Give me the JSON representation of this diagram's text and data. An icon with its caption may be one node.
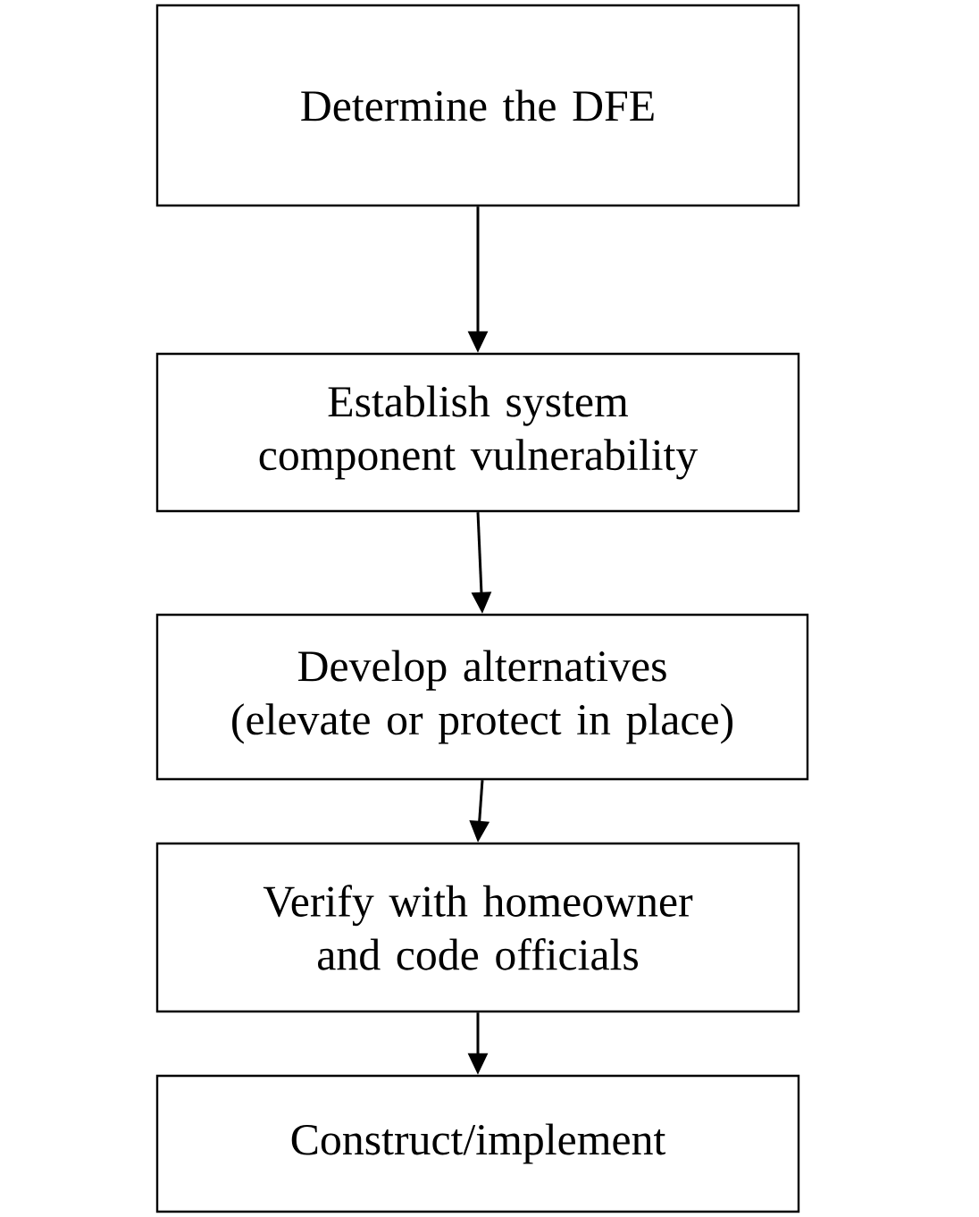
{
  "diagram": {
    "nodes": [
      {
        "text": [
          "Determine the DFE"
        ]
      },
      {
        "text": [
          "Establish system component vulnerability"
        ]
      },
      {
        "text": [
          "Develop alternatives (elevate or protect in place)"
        ]
      },
      {
        "text": [
          "Verify with homeowner and code officials"
        ]
      },
      {
        "text": [
          "Construct/implement"
        ]
      }
    ],
    "edges": [
      {
        "from": 0,
        "to": 1,
        "arrow": "to"
      },
      {
        "from": 1,
        "to": 2,
        "arrow": "to"
      },
      {
        "from": 2,
        "to": 3,
        "arrow": "to"
      },
      {
        "from": 3,
        "to": 4,
        "arrow": "to"
      }
    ]
  }
}
